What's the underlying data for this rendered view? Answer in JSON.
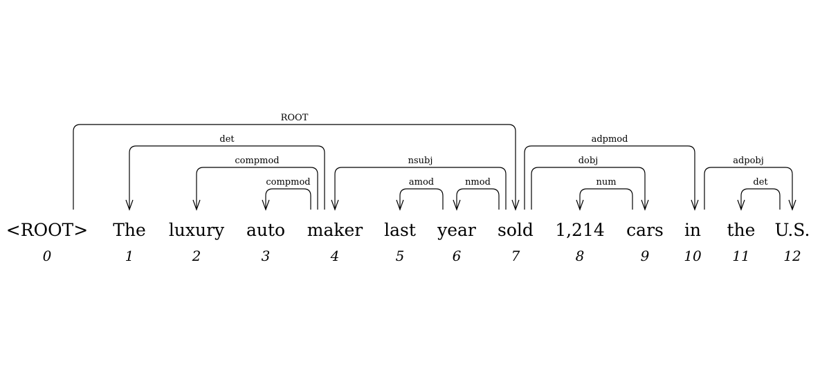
{
  "tokens": [
    {
      "word": "<ROOT>",
      "index": "0"
    },
    {
      "word": "The",
      "index": "1"
    },
    {
      "word": "luxury",
      "index": "2"
    },
    {
      "word": "auto",
      "index": "3"
    },
    {
      "word": "maker",
      "index": "4"
    },
    {
      "word": "last",
      "index": "5"
    },
    {
      "word": "year",
      "index": "6"
    },
    {
      "word": "sold",
      "index": "7"
    },
    {
      "word": "1,214",
      "index": "8"
    },
    {
      "word": "cars",
      "index": "9"
    },
    {
      "word": "in",
      "index": "10"
    },
    {
      "word": "the",
      "index": "11"
    },
    {
      "word": "U.S.",
      "index": "12"
    }
  ],
  "arcs": [
    {
      "head": 0,
      "dep": 7,
      "label": "ROOT"
    },
    {
      "head": 4,
      "dep": 1,
      "label": "det"
    },
    {
      "head": 4,
      "dep": 2,
      "label": "compmod"
    },
    {
      "head": 4,
      "dep": 3,
      "label": "compmod"
    },
    {
      "head": 7,
      "dep": 4,
      "label": "nsubj"
    },
    {
      "head": 6,
      "dep": 5,
      "label": "amod"
    },
    {
      "head": 7,
      "dep": 6,
      "label": "nmod"
    },
    {
      "head": 7,
      "dep": 9,
      "label": "dobj"
    },
    {
      "head": 9,
      "dep": 8,
      "label": "num"
    },
    {
      "head": 7,
      "dep": 10,
      "label": "adpmod"
    },
    {
      "head": 10,
      "dep": 12,
      "label": "adpobj"
    },
    {
      "head": 12,
      "dep": 11,
      "label": "det"
    }
  ]
}
